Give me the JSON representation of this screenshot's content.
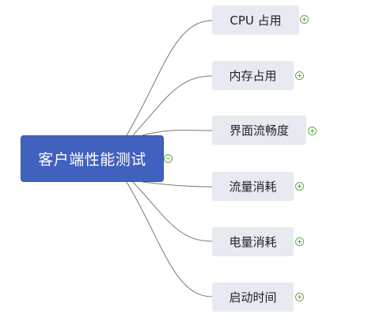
{
  "root": {
    "label": "客户端性能测试",
    "expanded": true
  },
  "children": [
    {
      "label": "CPU 占用",
      "expanded": false
    },
    {
      "label": "内存占用",
      "expanded": false
    },
    {
      "label": "界面流畅度",
      "expanded": false
    },
    {
      "label": "流量消耗",
      "expanded": false
    },
    {
      "label": "电量消耗",
      "expanded": false
    },
    {
      "label": "启动时间",
      "expanded": false
    }
  ],
  "colors": {
    "root_fill": "#4161be",
    "child_fill": "#e8eaf2",
    "connector": "#777777",
    "toggle": "#6aa84f"
  },
  "icons": {
    "collapse": "minus-circle-icon",
    "expand": "plus-circle-icon"
  }
}
